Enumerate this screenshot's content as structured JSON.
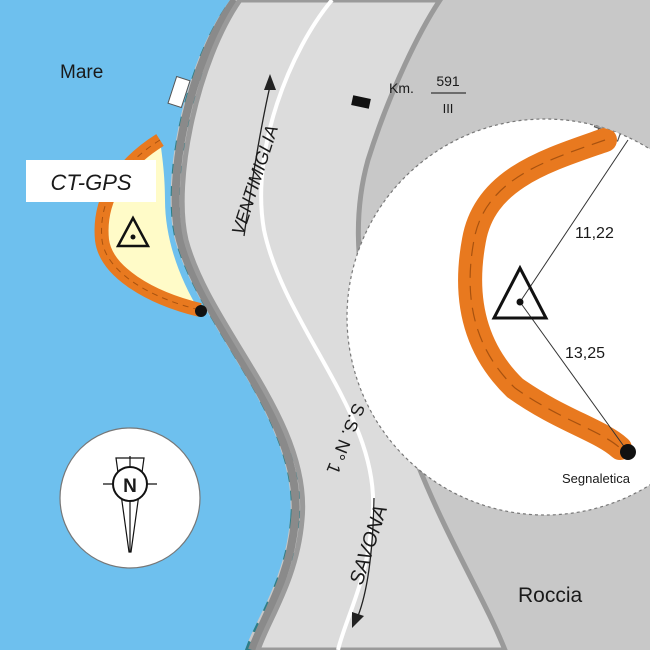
{
  "labels": {
    "sea": "Mare",
    "rock": "Roccia",
    "station": "CT-GPS",
    "north": "N",
    "road_name": "S.S. N° 1",
    "direction_north": "VENTIMIGLIA",
    "direction_south": "SAVONA",
    "km_prefix": "Km.",
    "km_number": "591",
    "km_sub": "III",
    "sign": "Segnaletica"
  },
  "measurements": {
    "distance_top": "11,22",
    "distance_bottom": "13,25"
  },
  "colors": {
    "sea": "#6ec0ee",
    "rock": "#c8c8c8",
    "road": "#dcdcdc",
    "road_edge": "#9a9a9a",
    "reef": "#e8791f",
    "station_area": "#fffbc8",
    "shore_spikes": "#2b7e88"
  },
  "icons": [
    "compass-icon",
    "survey-triangle-icon",
    "signpost-icon",
    "km-marker-icon"
  ]
}
